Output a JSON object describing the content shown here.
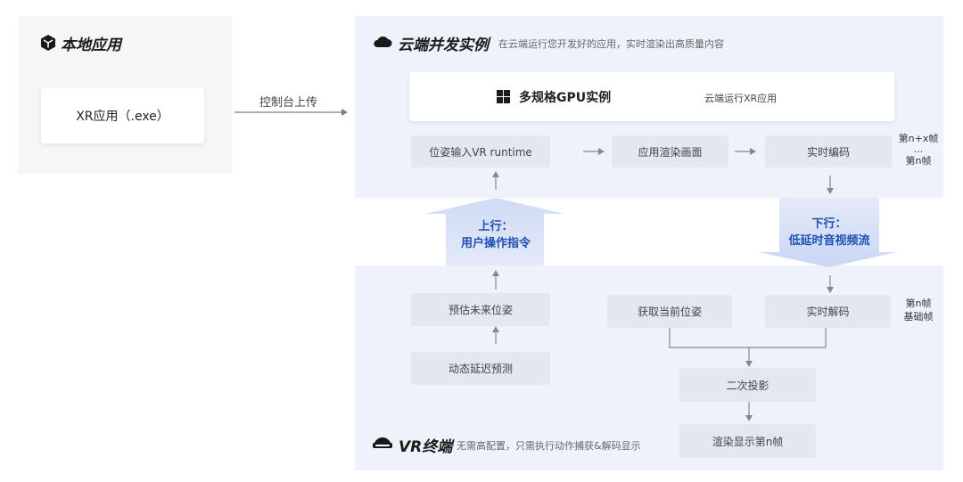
{
  "local": {
    "title": "本地应用",
    "app_label": "XR应用（.exe）"
  },
  "transfer_label": "控制台上传",
  "cloud": {
    "title": "云端并发实例",
    "subtitle": "在云端运行您开发好的应用，实时渲染出高质量内容",
    "gpu_label": "多规格GPU实例",
    "gpu_note": "云端运行XR应用",
    "steps": [
      "位姿输入VR runtime",
      "应用渲染画面",
      "实时编码"
    ],
    "frame_note": [
      "第n+x帧",
      "...",
      "第n帧"
    ]
  },
  "uplink": {
    "line1": "上行：",
    "line2": "用户操作指令"
  },
  "downlink": {
    "line1": "下行：",
    "line2": "低延时音视频流"
  },
  "vr": {
    "title": "VR终端",
    "subtitle": "无需高配置，只需执行动作捕获&解码显示",
    "predict": "预估未来位姿",
    "latency": "动态延迟预测",
    "get_pose": "获取当前位姿",
    "decode": "实时解码",
    "reproject": "二次投影",
    "render": "渲染显示第n帧",
    "frame_note": [
      "第n帧",
      "基础帧"
    ]
  },
  "colors": {
    "accent": "#1f4fb2",
    "panel": "#eef2fa",
    "box": "#e2e7f0"
  },
  "icons": {
    "local": "cube-icon",
    "cloud": "cloud-icon",
    "gpu": "windows-icon",
    "vr": "vr-headset-icon"
  }
}
